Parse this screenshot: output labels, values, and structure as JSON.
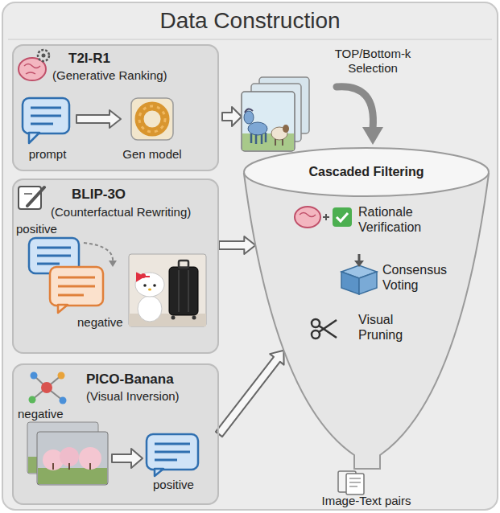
{
  "diagram": {
    "title": "Data Construction",
    "nodes": [
      {
        "text": [
          "T2I-R1",
          "(Generative Ranking)"
        ]
      },
      {
        "text": [
          "prompt"
        ],
        "in": 0
      },
      {
        "text": [
          "Gen model"
        ],
        "in": 0
      },
      {
        "text": [
          "BLIP-3O",
          "(Counterfactual Rewriting)"
        ]
      },
      {
        "text": [
          "PICO-Banana",
          "(Visual Inversion)"
        ]
      },
      {
        "text": [
          "Cascaded Filtering",
          "Rationale Verification",
          "Consensus Voting",
          "Visual Pruning"
        ]
      }
    ],
    "edges": [
      {
        "from": 1,
        "to": 2,
        "arrow": "to"
      },
      {
        "from": 3,
        "to": 5,
        "arrow": "to"
      },
      {
        "from": 4,
        "to": 5,
        "arrow": "to"
      }
    ],
    "labels": [
      "TOP/Bottom-k Selection",
      "positive",
      "negative",
      "negative",
      "positive",
      "Image-Text pairs"
    ]
  }
}
